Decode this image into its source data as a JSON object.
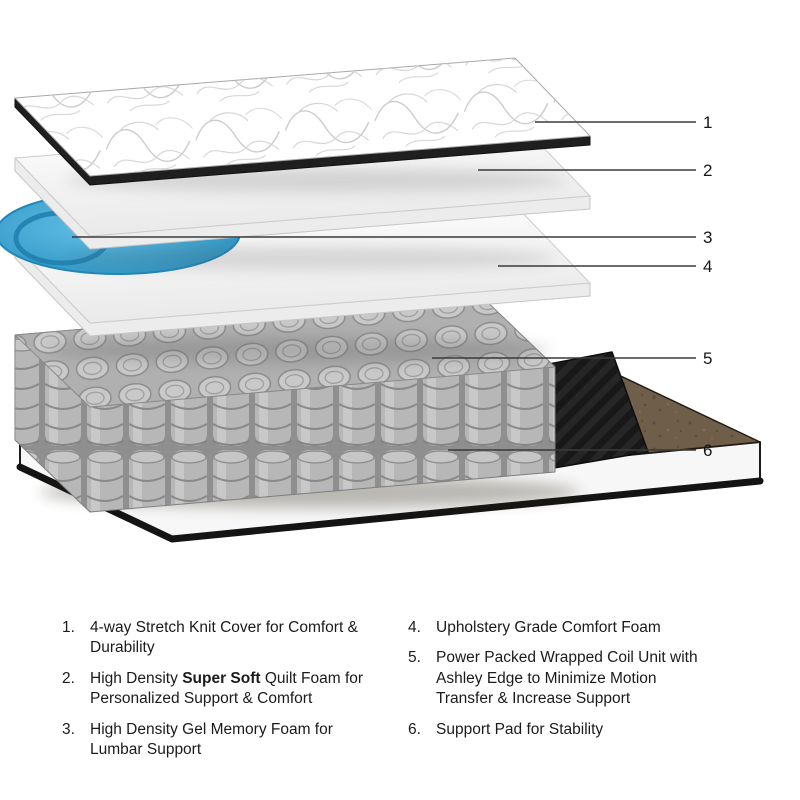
{
  "diagram": {
    "layers": [
      {
        "id": "stretch-knit-cover"
      },
      {
        "id": "quilt-foam"
      },
      {
        "id": "gel-memory-foam"
      },
      {
        "id": "comfort-foam"
      },
      {
        "id": "wrapped-coil-unit"
      },
      {
        "id": "support-pad"
      }
    ],
    "colors": {
      "gel_blue": "#3ba5d4",
      "gel_ring_blue": "#1d7fae",
      "coil_gray": "#b5b5b5",
      "pad_brown": "#6f5e49",
      "edge_black": "#1a1a1a",
      "cover_edge": "#1f1f1f",
      "callout_line": "#3a3a3a"
    }
  },
  "callouts": [
    "1",
    "2",
    "3",
    "4",
    "5",
    "6"
  ],
  "legend": {
    "left": [
      {
        "num": "1.",
        "text": "4-way Stretch Knit Cover for Comfort & Durability"
      },
      {
        "num": "2.",
        "pre": "High Density ",
        "bold": "Super Soft",
        "post": " Quilt Foam for Personalized Support & Comfort"
      },
      {
        "num": "3.",
        "text": "High Density Gel Memory Foam for Lumbar Support"
      }
    ],
    "right": [
      {
        "num": "4.",
        "text": "Upholstery Grade Comfort Foam"
      },
      {
        "num": "5.",
        "text": "Power Packed Wrapped Coil Unit with Ashley Edge to Minimize Motion Transfer & Increase Support"
      },
      {
        "num": "6.",
        "text": "Support Pad for Stability"
      }
    ]
  }
}
